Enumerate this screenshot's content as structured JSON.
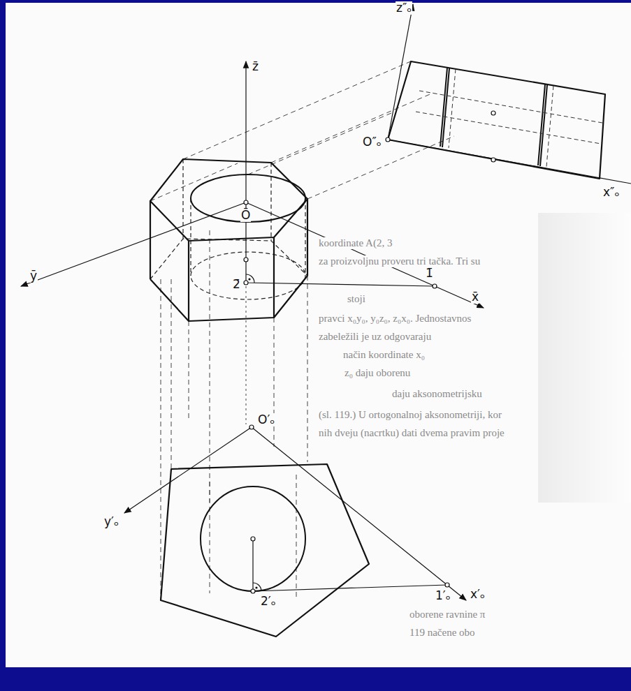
{
  "diagram": {
    "labels": [
      "z̄",
      "ȳ",
      "x̄",
      "Ō",
      "1̄",
      "2̄",
      "z″ₒ",
      "O″ₒ",
      "x″ₒ",
      "O′ₒ",
      "y′ₒ",
      "1′ₒ",
      "x′ₒ",
      "2′ₒ",
      "koordinate A(2, 3",
      "za proizvoljnu proveru tri tačka. Tri su",
      "pravci x₀y₀, y₀z₀, z₀x₀. Jednostavnos",
      "zabeležili je uz odgovaraju",
      "stoji",
      "način koordinate x₀",
      "z₀ daju oborenu",
      "daju aksonometrijsku",
      "(sl. 119.) U ortogonalnoj aksonometriji, kor",
      "nih dveju (nacrtku) dati dvema pravim proje",
      "oborene ravnine π",
      "119 načene obo"
    ]
  }
}
